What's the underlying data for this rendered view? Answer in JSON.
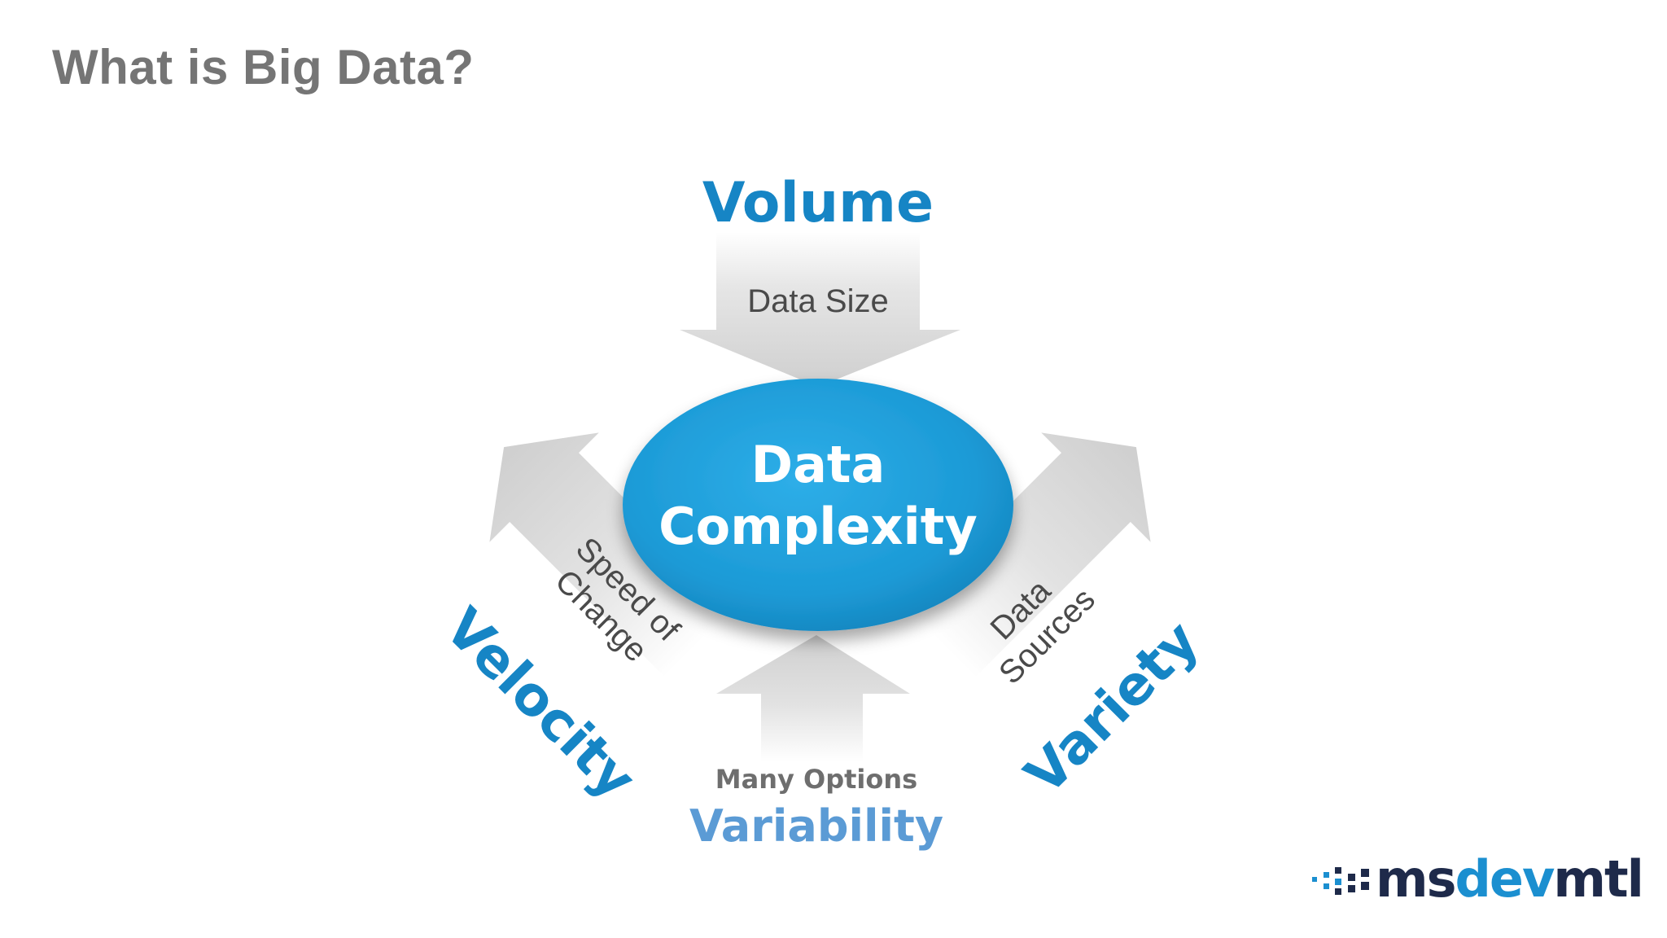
{
  "slide": {
    "title": "What is Big Data?"
  },
  "diagram": {
    "center": {
      "line1": "Data",
      "line2": "Complexity",
      "color": "#1c9ad6"
    },
    "volume": {
      "label": "Volume",
      "sub": "Data Size"
    },
    "velocity": {
      "label": "Velocity",
      "sub_line1": "Speed of",
      "sub_line2": "Change"
    },
    "variety": {
      "label": "Variety",
      "sub_line1": "Data",
      "sub_line2": "Sources"
    },
    "variability": {
      "label": "Variability",
      "sub": "Many Options"
    },
    "colors": {
      "accent": "#1685c5",
      "variability": "#5b9bd5",
      "arrow": "#d2d2d2",
      "subtext": "#4a4a4a",
      "title": "#757575"
    }
  },
  "logo": {
    "part1": "ms",
    "part2": "dev",
    "part3": "mtl"
  }
}
